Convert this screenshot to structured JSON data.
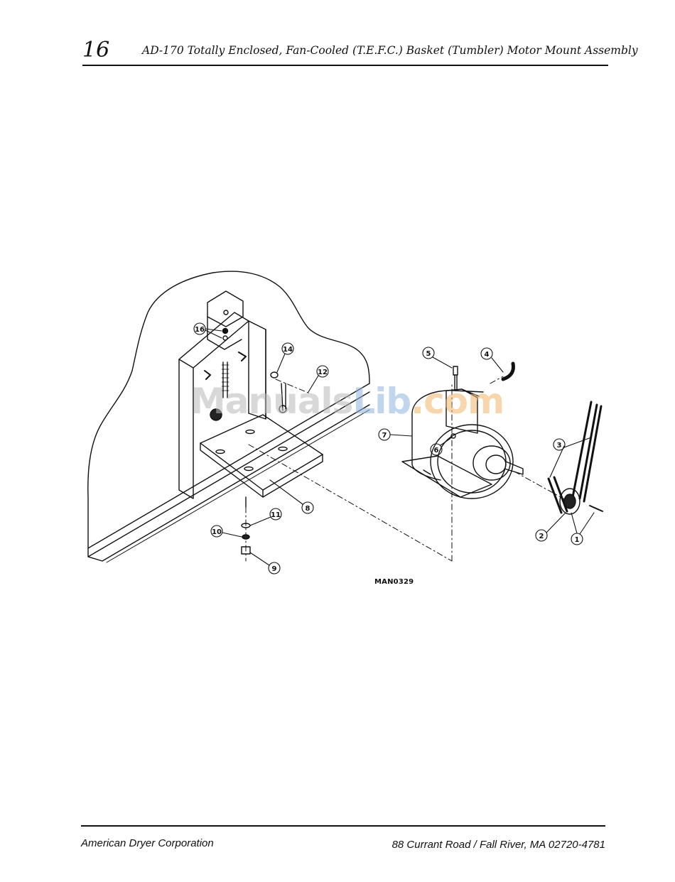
{
  "header": {
    "page_number": "16",
    "title": "AD-170 Totally Enclosed, Fan-Cooled (T.E.F.C.) Basket (Tumbler) Motor Mount Assembly"
  },
  "diagram": {
    "drawing_code": "MAN0329",
    "callouts": [
      "1",
      "2",
      "3",
      "4",
      "5",
      "6",
      "7",
      "8",
      "9",
      "10",
      "11",
      "12",
      "14",
      "16"
    ]
  },
  "watermark": {
    "part1": "Manuals",
    "part2": "Lib",
    "part3": ".com"
  },
  "footer": {
    "company": "American Dryer Corporation",
    "address": "88 Currant Road / Fall River, MA 02720-4781"
  }
}
